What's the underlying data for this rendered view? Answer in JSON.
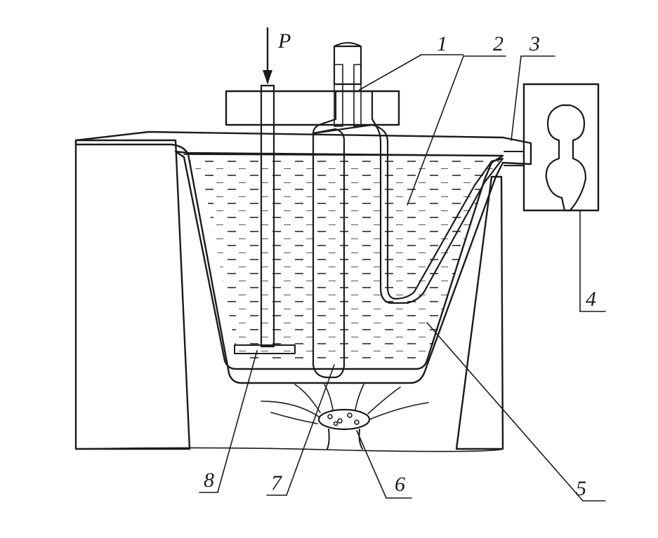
{
  "diagram": {
    "force_label": "P",
    "callouts": [
      {
        "id": "1",
        "text": "1"
      },
      {
        "id": "2",
        "text": "2"
      },
      {
        "id": "3",
        "text": "3"
      },
      {
        "id": "4",
        "text": "4"
      },
      {
        "id": "5",
        "text": "5"
      },
      {
        "id": "6",
        "text": "6"
      },
      {
        "id": "7",
        "text": "7"
      },
      {
        "id": "8",
        "text": "8"
      }
    ]
  }
}
